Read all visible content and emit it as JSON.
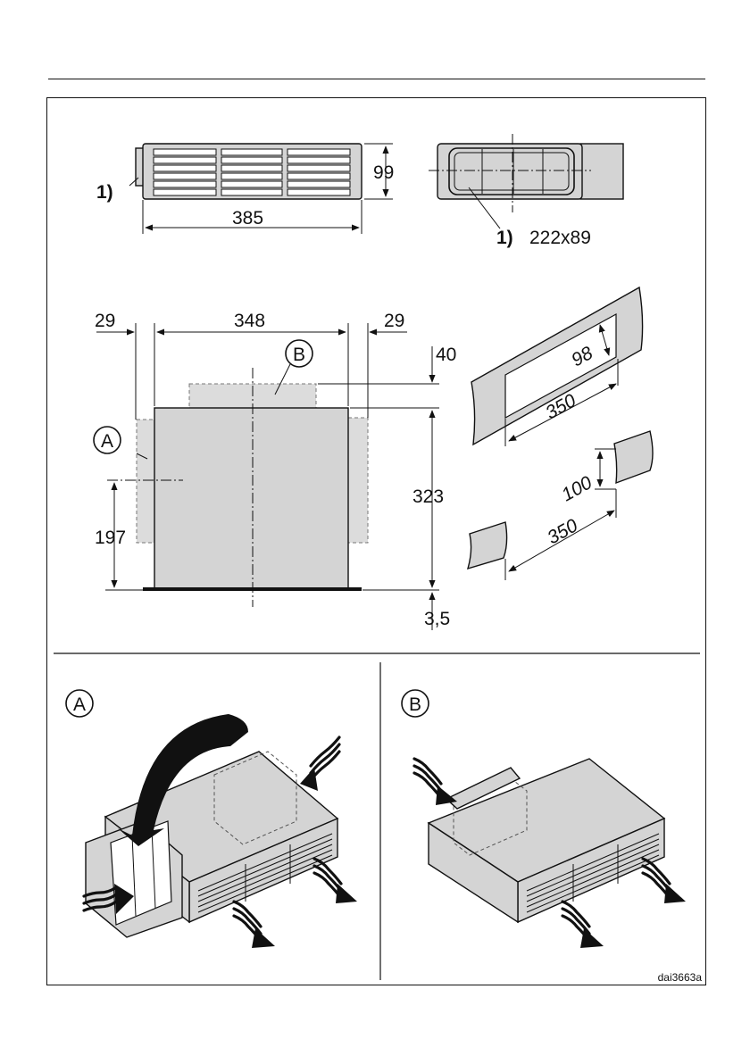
{
  "labels": {
    "grille_callout": "1)",
    "filter_callout": "1)",
    "filter_size": "222x89",
    "marker_a": "A",
    "marker_b": "B",
    "drawing_id": "dai3663a"
  },
  "dimensions": {
    "grille_width": "385",
    "grille_height": "99",
    "left_offset": "29",
    "box_width": "348",
    "right_offset": "29",
    "top_outlet": "40",
    "box_height": "323",
    "side_outlet_height": "197",
    "base_offset": "3,5",
    "cutout_height": "98",
    "cutout_width": "350",
    "lower_cutout_height": "100",
    "lower_cutout_width": "350"
  }
}
